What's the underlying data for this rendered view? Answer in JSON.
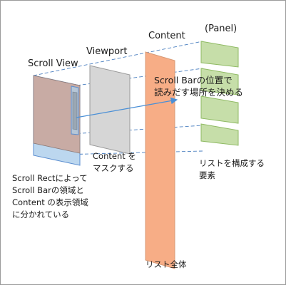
{
  "labels": {
    "scroll_view": "Scroll View",
    "viewport": "Viewport",
    "content": "Content",
    "panel": "(Panel)"
  },
  "notes": {
    "scrollbar_note": [
      "Scroll Barの位置で",
      "読みだす場所を決める"
    ],
    "content_mask_note": [
      "Content を",
      "マスクする"
    ],
    "list_elements_note": [
      "リストを構成する",
      "要素"
    ],
    "scrollrect_note": [
      "Scroll Rectによって",
      "Scroll Barの領域と",
      "Content の表示領域",
      "に分かれている"
    ],
    "list_whole_note": "リスト全体"
  },
  "colors": {
    "scroll_view_fill": "#c8aba4",
    "scroll_strip_fill": "#bcd7ef",
    "outline_blue": "#5b8ed0",
    "viewport_fill": "#d6d6d6",
    "viewport_stroke": "#9a9a9a",
    "content_fill": "#f7ad86",
    "content_stroke": "#d89a76",
    "panel_fill": "#c6dea9",
    "panel_stroke": "#8fba63",
    "guide_line": "#4a7fc0",
    "arrow": "#4a8fd6"
  }
}
